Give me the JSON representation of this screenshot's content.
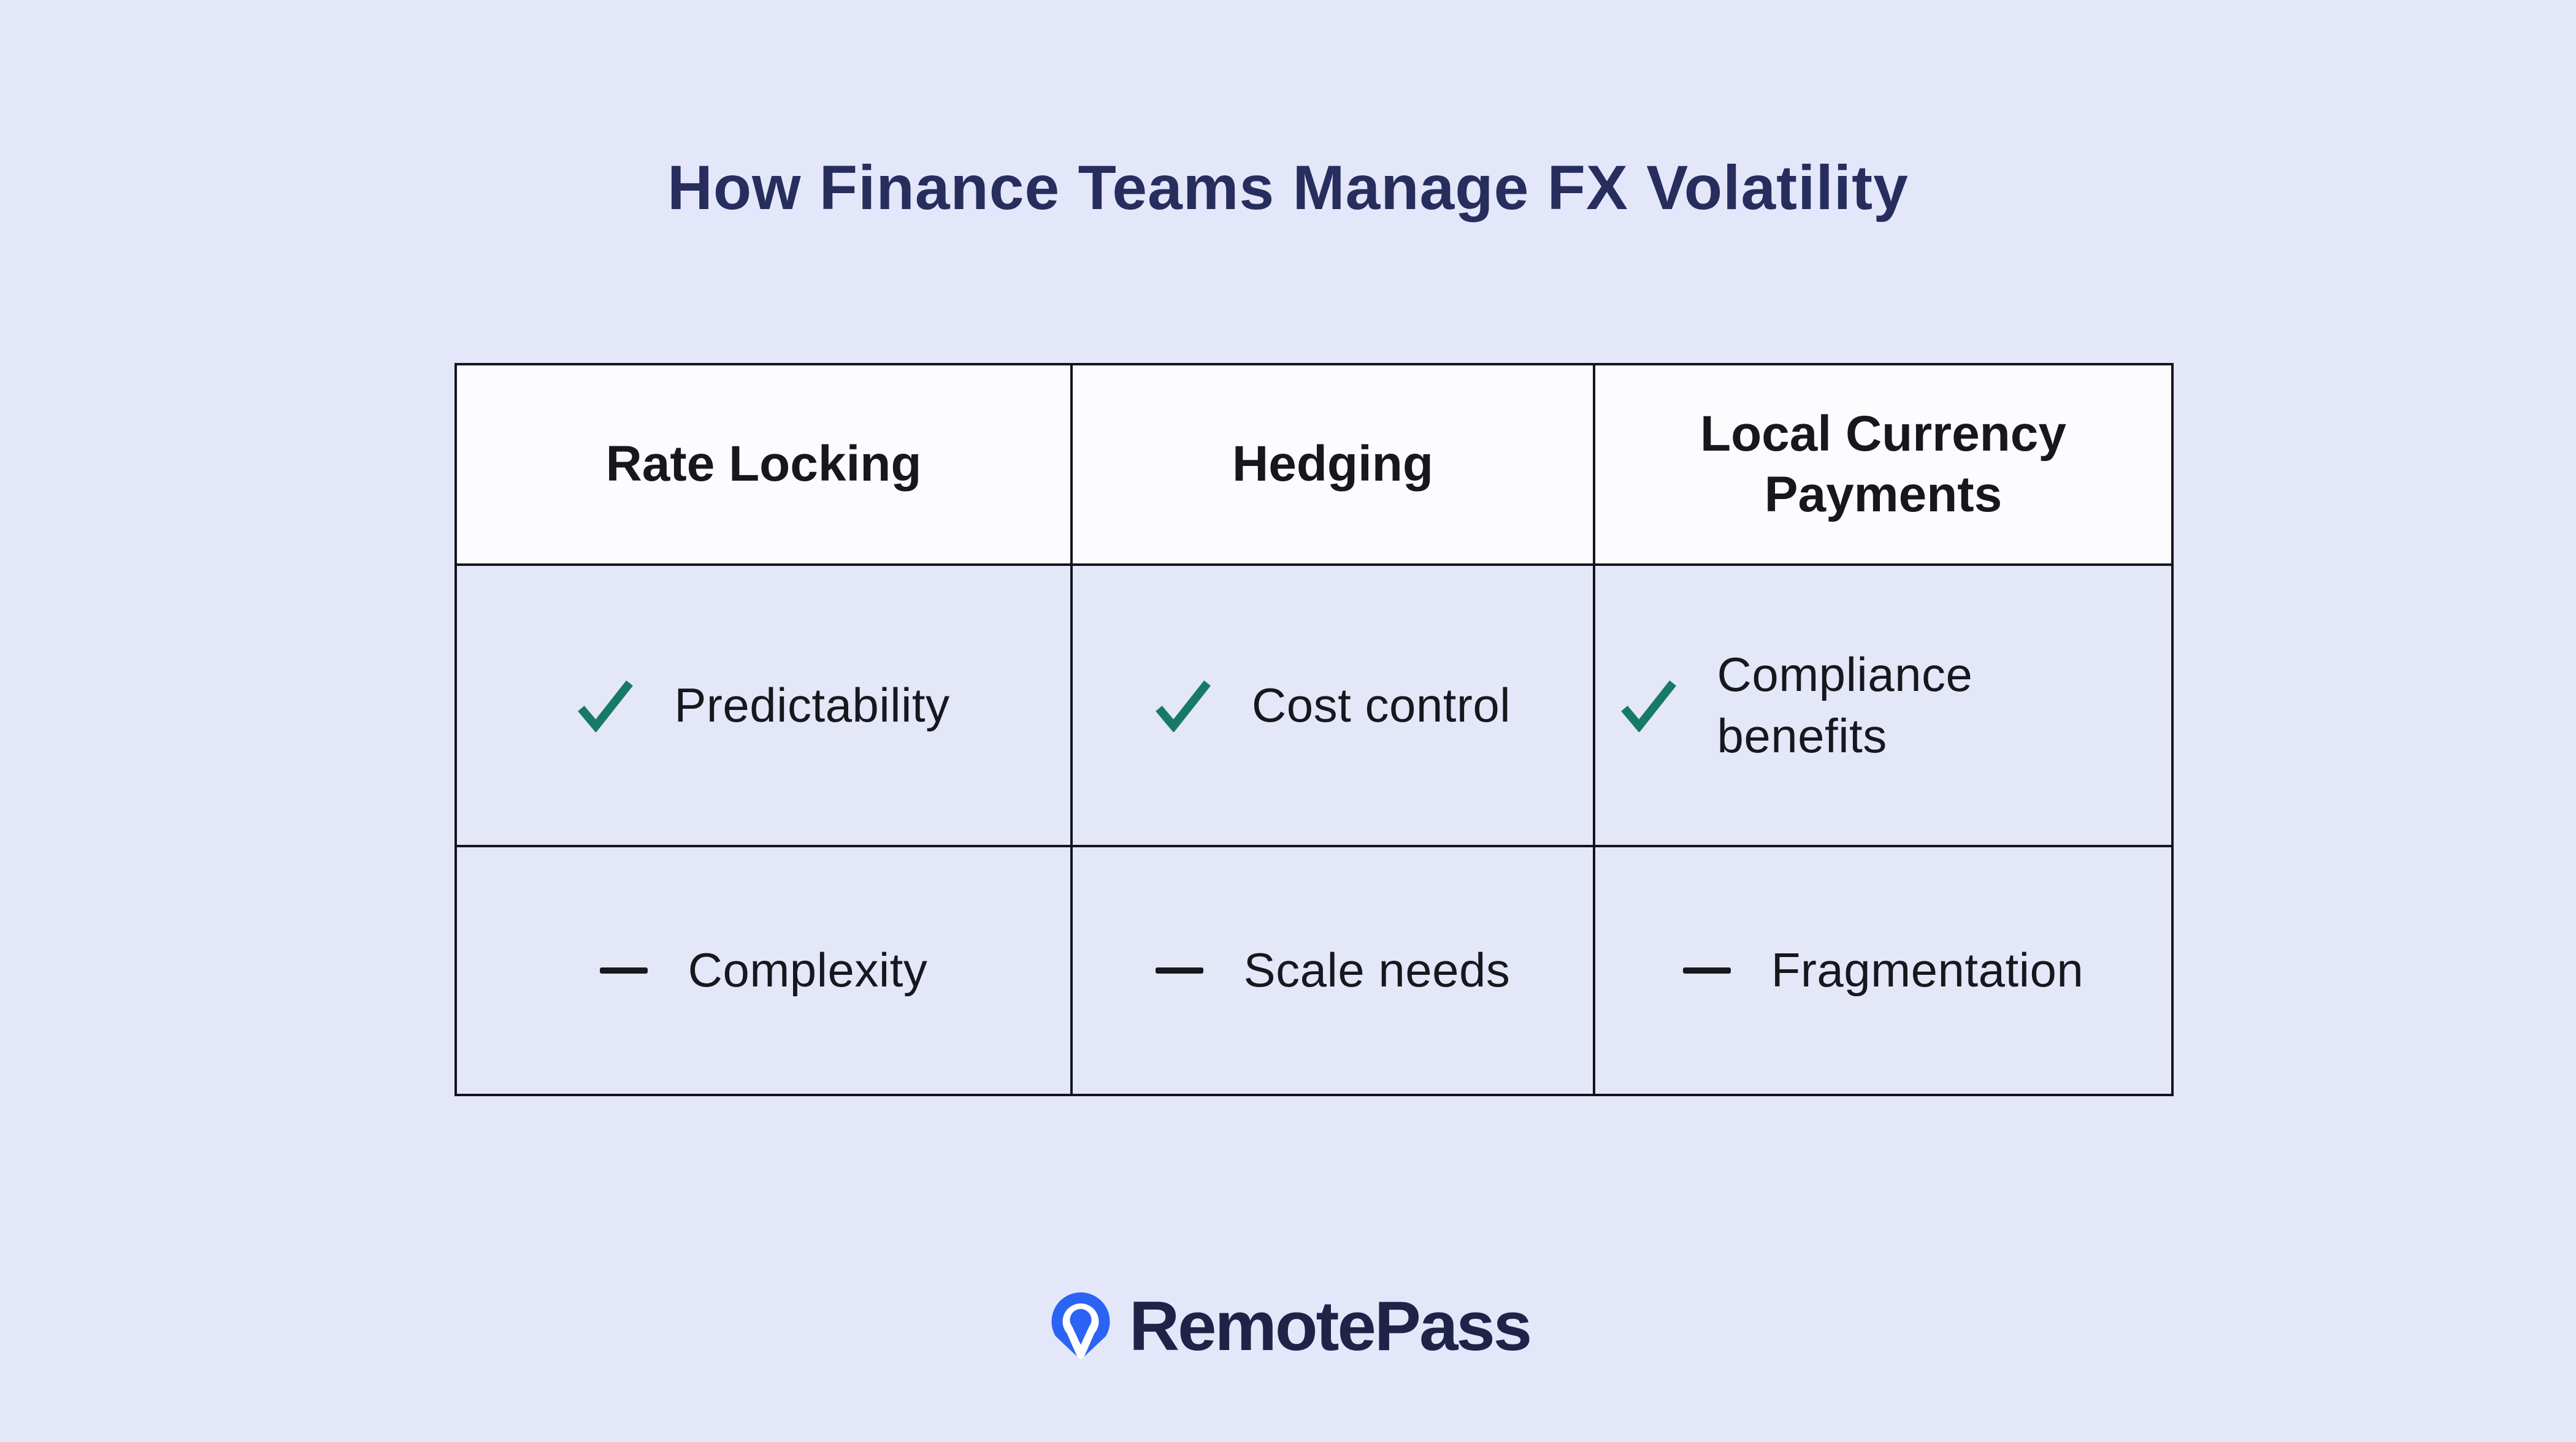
{
  "page": {
    "title": "How Finance Teams Manage FX Volatility"
  },
  "table": {
    "columns": [
      {
        "header": "Rate Locking",
        "pro": "Predictability",
        "con": "Complexity"
      },
      {
        "header": "Hedging",
        "pro": "Cost control",
        "con": "Scale needs"
      },
      {
        "header": "Local Currency Payments",
        "pro": "Compliance benefits",
        "con": "Fragmentation"
      }
    ],
    "pro_icon": "check-icon",
    "con_icon": "dash-icon"
  },
  "footer": {
    "brand": "RemotePass",
    "logo_icon": "location-pin-icon"
  },
  "colors": {
    "bg": "#e4e7f9",
    "cellBg": "#e4e7f8",
    "headerBg": "#fcfcfe",
    "border": "#14151d",
    "navy": "#272e5e",
    "ink": "#17181d",
    "check": "#177a67",
    "pinBlue": "#2b63f5",
    "brandNavy": "#1e2347"
  }
}
